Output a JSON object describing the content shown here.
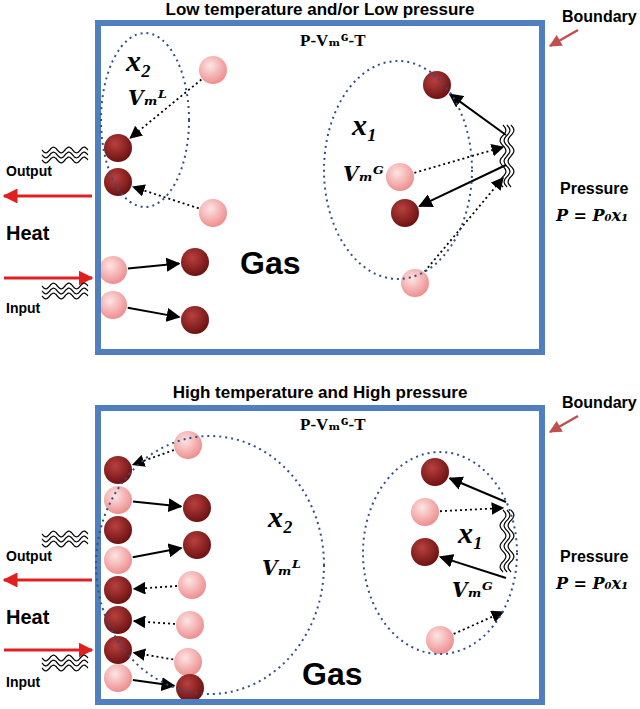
{
  "diagram": {
    "nodes": [
      {
        "text": [
          "Low temperature and/or Low pressure",
          "P-Vₘᴳ-T",
          "Gas"
        ]
      },
      {
        "text": [
          "x₂",
          "Vₘᴸ"
        ],
        "in": 0
      },
      {
        "text": [
          "x₁",
          "Vₘᴳ"
        ],
        "in": 0
      },
      {
        "text": [
          "High temperature and High pressure",
          "P-Vₘᴳ-T",
          "Gas"
        ]
      },
      {
        "text": [
          "x₂",
          "Vₘᴸ"
        ],
        "in": 3
      },
      {
        "text": [
          "x₁",
          "Vₘᴳ"
        ],
        "in": 3
      }
    ],
    "labels": [
      "Boundary",
      "Output",
      "Heat",
      "Input",
      "Pressure",
      "P = P₀x₁",
      "Boundary",
      "Output",
      "Heat",
      "Input",
      "Pressure",
      "P = P₀x₁"
    ]
  }
}
